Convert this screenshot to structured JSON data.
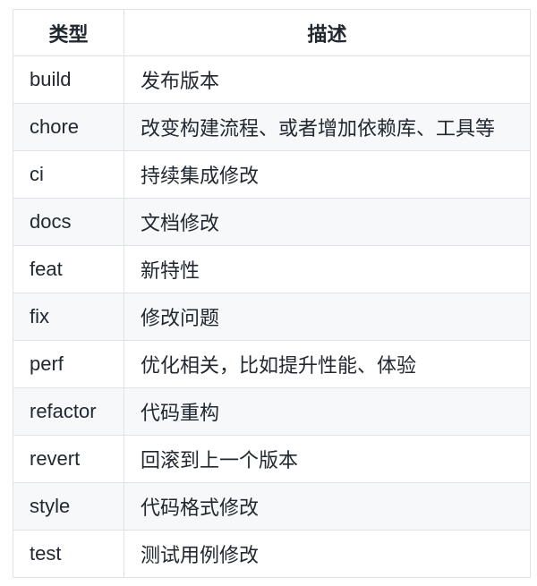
{
  "table": {
    "columns": [
      {
        "label": "类型"
      },
      {
        "label": "描述"
      }
    ],
    "rows": [
      {
        "type": "build",
        "desc": "发布版本"
      },
      {
        "type": "chore",
        "desc": "改变构建流程、或者增加依赖库、工具等"
      },
      {
        "type": "ci",
        "desc": "持续集成修改"
      },
      {
        "type": "docs",
        "desc": "文档修改"
      },
      {
        "type": "feat",
        "desc": "新特性"
      },
      {
        "type": "fix",
        "desc": "修改问题"
      },
      {
        "type": "perf",
        "desc": "优化相关，比如提升性能、体验"
      },
      {
        "type": "refactor",
        "desc": "代码重构"
      },
      {
        "type": "revert",
        "desc": "回滚到上一个版本"
      },
      {
        "type": "style",
        "desc": "代码格式修改"
      },
      {
        "type": "test",
        "desc": "测试用例修改"
      }
    ],
    "colors": {
      "border": "#dfe2e6",
      "stripe_background": "#f6f8fa",
      "text": "#212830",
      "row_background": "#ffffff"
    }
  }
}
